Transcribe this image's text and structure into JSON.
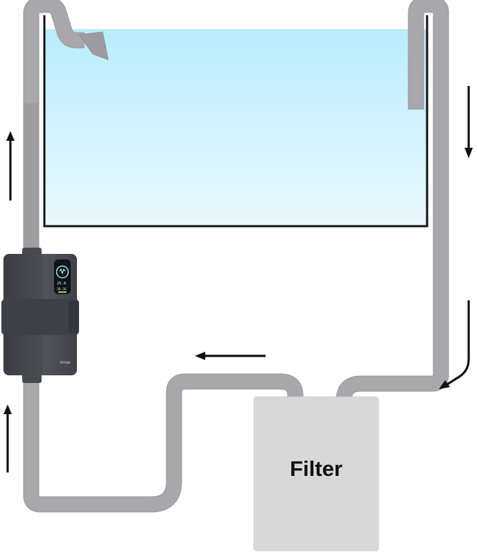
{
  "diagram": {
    "filter_label": "Filter",
    "water_colors": {
      "top": "#b9ecfb",
      "bottom": "#eaf8fd"
    },
    "pipe_color": "#a7a7ac",
    "filter_color": "#d8d8d8",
    "pump_color": "#4b4c54",
    "arrow_color": "#111111",
    "flow_arrows": [
      {
        "name": "up",
        "position": "left-upper"
      },
      {
        "name": "up",
        "position": "left-lower"
      },
      {
        "name": "left",
        "position": "middle"
      },
      {
        "name": "down",
        "position": "right-upper"
      },
      {
        "name": "down-left",
        "position": "right-lower"
      }
    ]
  }
}
